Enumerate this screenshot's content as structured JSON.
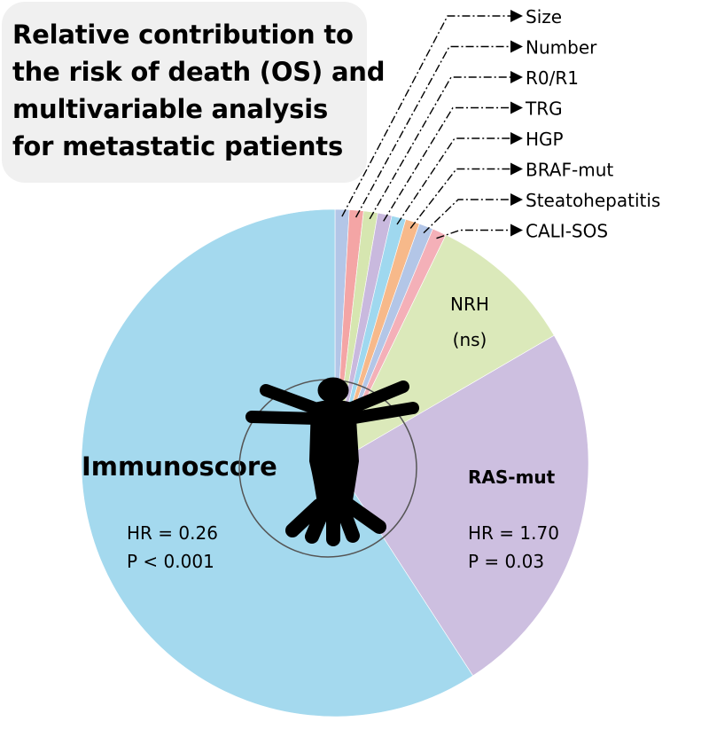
{
  "title_lines": [
    "Relative contribution to",
    "the risk of death (OS) and",
    "multivariable analysis",
    "for metastatic patients"
  ],
  "chart_data": {
    "type": "pie",
    "start": "top",
    "direction": "clockwise",
    "slices": [
      {
        "label": "Size",
        "value": 0.9,
        "color": "#b3c6e7"
      },
      {
        "label": "Number",
        "value": 0.9,
        "color": "#f4a5a5"
      },
      {
        "label": "R0/R1",
        "value": 0.9,
        "color": "#d6e6b0"
      },
      {
        "label": "TRG",
        "value": 0.9,
        "color": "#c9b9de"
      },
      {
        "label": "HGP",
        "value": 0.9,
        "color": "#9fd8ef"
      },
      {
        "label": "BRAF-mut",
        "value": 0.9,
        "color": "#f7b98a"
      },
      {
        "label": "Steatohepatitis",
        "value": 0.9,
        "color": "#b3c6e7"
      },
      {
        "label": "CALI-SOS",
        "value": 0.9,
        "color": "#f4b0b8"
      },
      {
        "label": "NRH",
        "note": "(ns)",
        "value": 9.4,
        "color": "#dbe9ba"
      },
      {
        "label": "RAS-mut",
        "hr": "HR = 1.70",
        "p": "P = 0.03",
        "value": 24.2,
        "color": "#cdbfe0"
      },
      {
        "label": "Immunoscore",
        "hr": "HR = 0.26",
        "p": "P < 0.001",
        "value": 59.1,
        "color": "#a4d9ee"
      }
    ]
  }
}
